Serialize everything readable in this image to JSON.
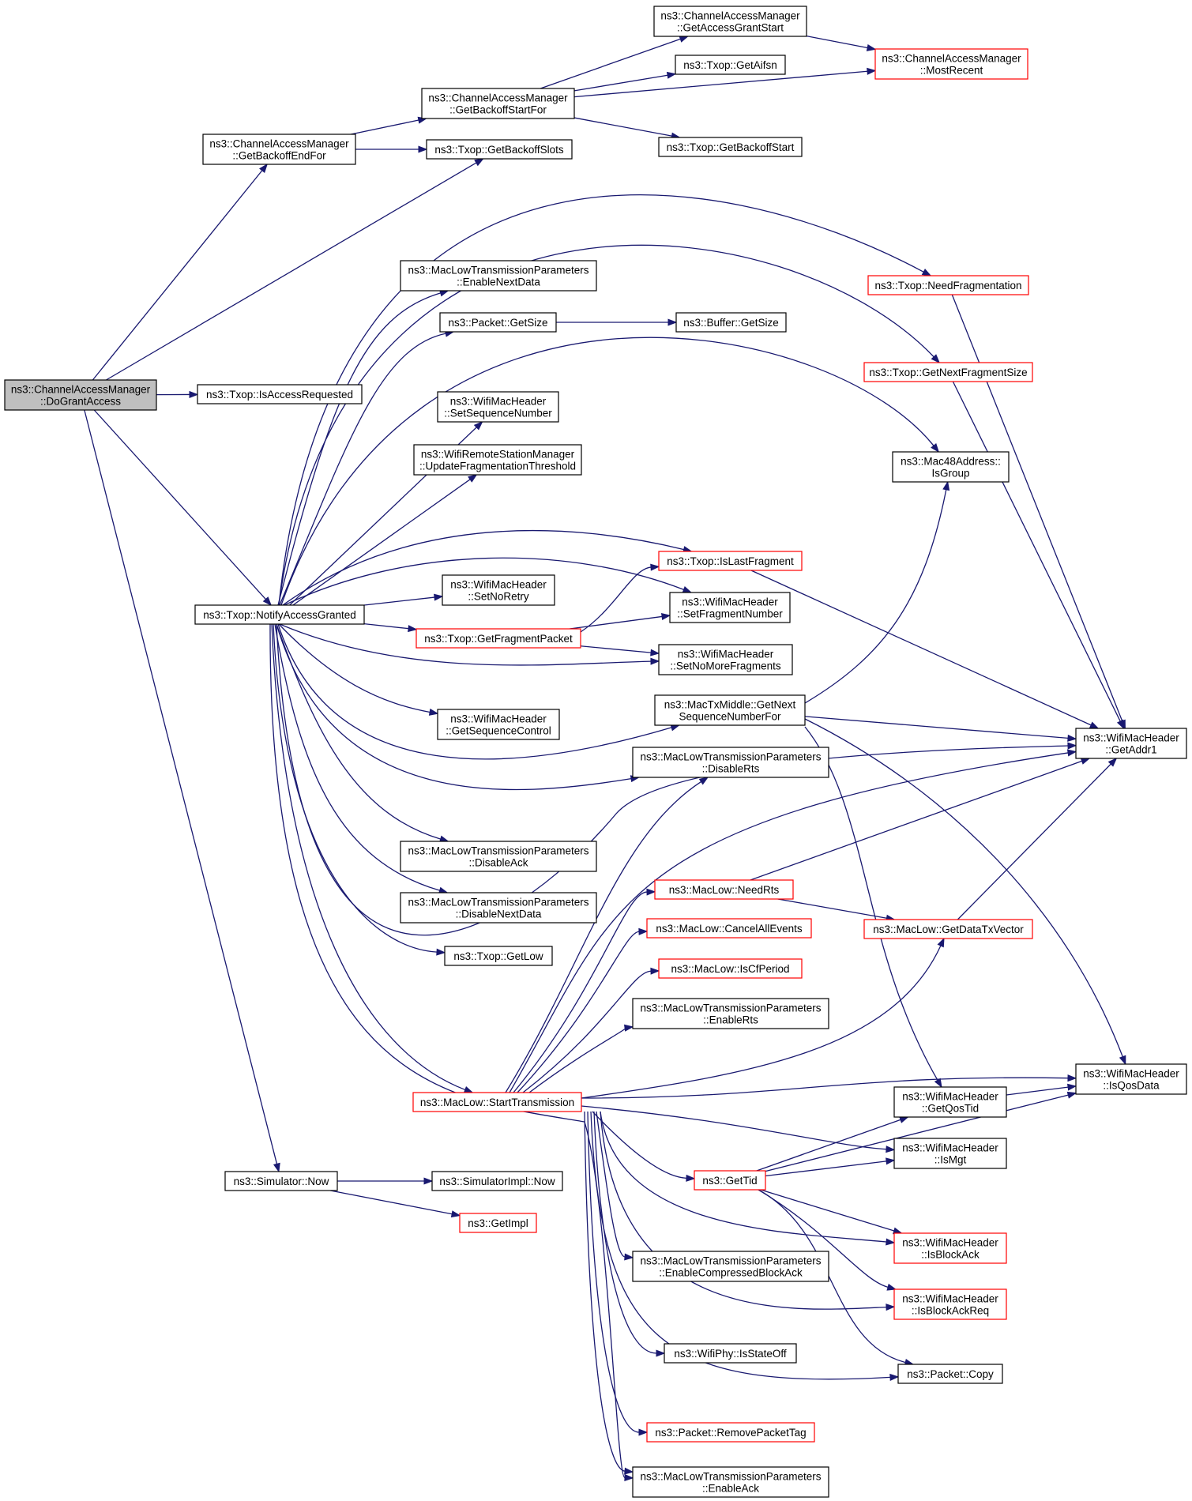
{
  "colors": {
    "edge": "#191970",
    "node_border": "#000000",
    "truncated_node_border": "#ff0000",
    "root_node_fill": "#bfbfbf",
    "node_fill": "#ffffff"
  },
  "nodes": [
    {
      "id": "doGrantAccess",
      "lines": [
        "ns3::ChannelAccessManager",
        "::DoGrantAccess"
      ],
      "role": "root"
    },
    {
      "id": "getBackoffEndFor",
      "lines": [
        "ns3::ChannelAccessManager",
        "::GetBackoffEndFor"
      ]
    },
    {
      "id": "getBackoffStartFor",
      "lines": [
        "ns3::ChannelAccessManager",
        "::GetBackoffStartFor"
      ]
    },
    {
      "id": "getAccessGrantStart",
      "lines": [
        "ns3::ChannelAccessManager",
        "::GetAccessGrantStart"
      ]
    },
    {
      "id": "mostRecent",
      "lines": [
        "ns3::ChannelAccessManager",
        "::MostRecent"
      ],
      "truncated": true
    },
    {
      "id": "getAifsn",
      "lines": [
        "ns3::Txop::GetAifsn"
      ]
    },
    {
      "id": "getBackoffStart",
      "lines": [
        "ns3::Txop::GetBackoffStart"
      ]
    },
    {
      "id": "getBackoffSlots",
      "lines": [
        "ns3::Txop::GetBackoffSlots"
      ]
    },
    {
      "id": "isAccessRequested",
      "lines": [
        "ns3::Txop::IsAccessRequested"
      ]
    },
    {
      "id": "notifyAccessGranted",
      "lines": [
        "ns3::Txop::NotifyAccessGranted"
      ]
    },
    {
      "id": "simulatorNow",
      "lines": [
        "ns3::Simulator::Now"
      ]
    },
    {
      "id": "simulatorImplNow",
      "lines": [
        "ns3::SimulatorImpl::Now"
      ]
    },
    {
      "id": "getImpl",
      "lines": [
        "ns3::GetImpl"
      ],
      "truncated": true
    },
    {
      "id": "enableNextData",
      "lines": [
        "ns3::MacLowTransmissionParameters",
        "::EnableNextData"
      ]
    },
    {
      "id": "packetGetSize",
      "lines": [
        "ns3::Packet::GetSize"
      ]
    },
    {
      "id": "bufferGetSize",
      "lines": [
        "ns3::Buffer::GetSize"
      ]
    },
    {
      "id": "setSequenceNumber",
      "lines": [
        "ns3::WifiMacHeader",
        "::SetSequenceNumber"
      ]
    },
    {
      "id": "updateFragmentationThreshold",
      "lines": [
        "ns3::WifiRemoteStationManager",
        "::UpdateFragmentationThreshold"
      ]
    },
    {
      "id": "setNoRetry",
      "lines": [
        "ns3::WifiMacHeader",
        "::SetNoRetry"
      ]
    },
    {
      "id": "getFragmentPacket",
      "lines": [
        "ns3::Txop::GetFragmentPacket"
      ],
      "truncated": true
    },
    {
      "id": "getSequenceControl",
      "lines": [
        "ns3::WifiMacHeader",
        "::GetSequenceControl"
      ]
    },
    {
      "id": "disableAck",
      "lines": [
        "ns3::MacLowTransmissionParameters",
        "::DisableAck"
      ]
    },
    {
      "id": "disableNextData",
      "lines": [
        "ns3::MacLowTransmissionParameters",
        "::DisableNextData"
      ]
    },
    {
      "id": "txopGetLow",
      "lines": [
        "ns3::Txop::GetLow"
      ]
    },
    {
      "id": "startTransmission",
      "lines": [
        "ns3::MacLow::StartTransmission"
      ],
      "truncated": true
    },
    {
      "id": "needFragmentation",
      "lines": [
        "ns3::Txop::NeedFragmentation"
      ],
      "truncated": true
    },
    {
      "id": "getNextFragmentSize",
      "lines": [
        "ns3::Txop::GetNextFragmentSize"
      ],
      "truncated": true
    },
    {
      "id": "isGroup",
      "lines": [
        "ns3::Mac48Address::",
        "IsGroup"
      ]
    },
    {
      "id": "isLastFragment",
      "lines": [
        "ns3::Txop::IsLastFragment"
      ],
      "truncated": true
    },
    {
      "id": "setFragmentNumber",
      "lines": [
        "ns3::WifiMacHeader",
        "::SetFragmentNumber"
      ]
    },
    {
      "id": "setNoMoreFragments",
      "lines": [
        "ns3::WifiMacHeader",
        "::SetNoMoreFragments"
      ]
    },
    {
      "id": "getNextSequenceNumberFor",
      "lines": [
        "ns3::MacTxMiddle::GetNext",
        "SequenceNumberFor"
      ]
    },
    {
      "id": "disableRts",
      "lines": [
        "ns3::MacLowTransmissionParameters",
        "::DisableRts"
      ]
    },
    {
      "id": "needRts",
      "lines": [
        "ns3::MacLow::NeedRts"
      ],
      "truncated": true
    },
    {
      "id": "cancelAllEvents",
      "lines": [
        "ns3::MacLow::CancelAllEvents"
      ],
      "truncated": true
    },
    {
      "id": "isCfPeriod",
      "lines": [
        "ns3::MacLow::IsCfPeriod"
      ],
      "truncated": true
    },
    {
      "id": "enableRts",
      "lines": [
        "ns3::MacLowTransmissionParameters",
        "::EnableRts"
      ]
    },
    {
      "id": "getDataTxVector",
      "lines": [
        "ns3::MacLow::GetDataTxVector"
      ],
      "truncated": true
    },
    {
      "id": "getAddr1",
      "lines": [
        "ns3::WifiMacHeader",
        "::GetAddr1"
      ]
    },
    {
      "id": "isQosData",
      "lines": [
        "ns3::WifiMacHeader",
        "::IsQosData"
      ]
    },
    {
      "id": "getQosTid",
      "lines": [
        "ns3::WifiMacHeader",
        "::GetQosTid"
      ]
    },
    {
      "id": "isMgt",
      "lines": [
        "ns3::WifiMacHeader",
        "::IsMgt"
      ]
    },
    {
      "id": "getTid",
      "lines": [
        "ns3::GetTid"
      ],
      "truncated": true
    },
    {
      "id": "isBlockAck",
      "lines": [
        "ns3::WifiMacHeader",
        "::IsBlockAck"
      ],
      "truncated": true
    },
    {
      "id": "enableCompressedBlockAck",
      "lines": [
        "ns3::MacLowTransmissionParameters",
        "::EnableCompressedBlockAck"
      ]
    },
    {
      "id": "isBlockAckReq",
      "lines": [
        "ns3::WifiMacHeader",
        "::IsBlockAckReq"
      ],
      "truncated": true
    },
    {
      "id": "isStateOff",
      "lines": [
        "ns3::WifiPhy::IsStateOff"
      ]
    },
    {
      "id": "packetCopy",
      "lines": [
        "ns3::Packet::Copy"
      ]
    },
    {
      "id": "removePacketTag",
      "lines": [
        "ns3::Packet::RemovePacketTag"
      ],
      "truncated": true
    },
    {
      "id": "enableAck",
      "lines": [
        "ns3::MacLowTransmissionParameters",
        "::EnableAck"
      ]
    }
  ],
  "edges": [
    [
      "doGrantAccess",
      "getBackoffEndFor"
    ],
    [
      "doGrantAccess",
      "getBackoffSlots"
    ],
    [
      "doGrantAccess",
      "isAccessRequested"
    ],
    [
      "doGrantAccess",
      "notifyAccessGranted"
    ],
    [
      "doGrantAccess",
      "simulatorNow"
    ],
    [
      "getBackoffEndFor",
      "getBackoffStartFor"
    ],
    [
      "getBackoffEndFor",
      "getBackoffSlots"
    ],
    [
      "getBackoffStartFor",
      "getAccessGrantStart"
    ],
    [
      "getBackoffStartFor",
      "getAifsn"
    ],
    [
      "getBackoffStartFor",
      "mostRecent"
    ],
    [
      "getBackoffStartFor",
      "getBackoffStart"
    ],
    [
      "getAccessGrantStart",
      "mostRecent"
    ],
    [
      "simulatorNow",
      "simulatorImplNow"
    ],
    [
      "simulatorNow",
      "getImpl"
    ],
    [
      "notifyAccessGranted",
      "needFragmentation"
    ],
    [
      "notifyAccessGranted",
      "getNextFragmentSize"
    ],
    [
      "notifyAccessGranted",
      "enableNextData"
    ],
    [
      "notifyAccessGranted",
      "packetGetSize"
    ],
    [
      "notifyAccessGranted",
      "isGroup"
    ],
    [
      "notifyAccessGranted",
      "setSequenceNumber"
    ],
    [
      "notifyAccessGranted",
      "updateFragmentationThreshold"
    ],
    [
      "notifyAccessGranted",
      "isLastFragment"
    ],
    [
      "notifyAccessGranted",
      "setFragmentNumber"
    ],
    [
      "notifyAccessGranted",
      "setNoRetry"
    ],
    [
      "notifyAccessGranted",
      "getFragmentPacket"
    ],
    [
      "notifyAccessGranted",
      "setNoMoreFragments"
    ],
    [
      "notifyAccessGranted",
      "getSequenceControl"
    ],
    [
      "notifyAccessGranted",
      "getNextSequenceNumberFor"
    ],
    [
      "notifyAccessGranted",
      "disableRts"
    ],
    [
      "notifyAccessGranted",
      "getAddr1"
    ],
    [
      "notifyAccessGranted",
      "disableAck"
    ],
    [
      "notifyAccessGranted",
      "disableNextData"
    ],
    [
      "notifyAccessGranted",
      "txopGetLow"
    ],
    [
      "notifyAccessGranted",
      "startTransmission"
    ],
    [
      "notifyAccessGranted",
      "enableAck"
    ],
    [
      "packetGetSize",
      "bufferGetSize"
    ],
    [
      "getFragmentPacket",
      "isLastFragment"
    ],
    [
      "getFragmentPacket",
      "setFragmentNumber"
    ],
    [
      "getFragmentPacket",
      "setNoMoreFragments"
    ],
    [
      "needFragmentation",
      "getAddr1"
    ],
    [
      "getNextFragmentSize",
      "getAddr1"
    ],
    [
      "isLastFragment",
      "getAddr1"
    ],
    [
      "getNextSequenceNumberFor",
      "isGroup"
    ],
    [
      "getNextSequenceNumberFor",
      "getAddr1"
    ],
    [
      "getNextSequenceNumberFor",
      "getQosTid"
    ],
    [
      "getNextSequenceNumberFor",
      "isQosData"
    ],
    [
      "startTransmission",
      "disableRts"
    ],
    [
      "startTransmission",
      "getAddr1"
    ],
    [
      "startTransmission",
      "needRts"
    ],
    [
      "startTransmission",
      "cancelAllEvents"
    ],
    [
      "startTransmission",
      "isCfPeriod"
    ],
    [
      "startTransmission",
      "enableRts"
    ],
    [
      "startTransmission",
      "getDataTxVector"
    ],
    [
      "startTransmission",
      "isQosData"
    ],
    [
      "startTransmission",
      "isMgt"
    ],
    [
      "startTransmission",
      "getTid"
    ],
    [
      "startTransmission",
      "isBlockAck"
    ],
    [
      "startTransmission",
      "enableCompressedBlockAck"
    ],
    [
      "startTransmission",
      "isBlockAckReq"
    ],
    [
      "startTransmission",
      "isStateOff"
    ],
    [
      "startTransmission",
      "packetCopy"
    ],
    [
      "startTransmission",
      "removePacketTag"
    ],
    [
      "startTransmission",
      "enableAck"
    ],
    [
      "needRts",
      "getAddr1"
    ],
    [
      "needRts",
      "getDataTxVector"
    ],
    [
      "getDataTxVector",
      "getAddr1"
    ],
    [
      "getQosTid",
      "isQosData"
    ],
    [
      "getTid",
      "getQosTid"
    ],
    [
      "getTid",
      "isMgt"
    ],
    [
      "getTid",
      "isQosData"
    ],
    [
      "getTid",
      "isBlockAck"
    ],
    [
      "getTid",
      "isBlockAckReq"
    ],
    [
      "getTid",
      "packetCopy"
    ]
  ]
}
